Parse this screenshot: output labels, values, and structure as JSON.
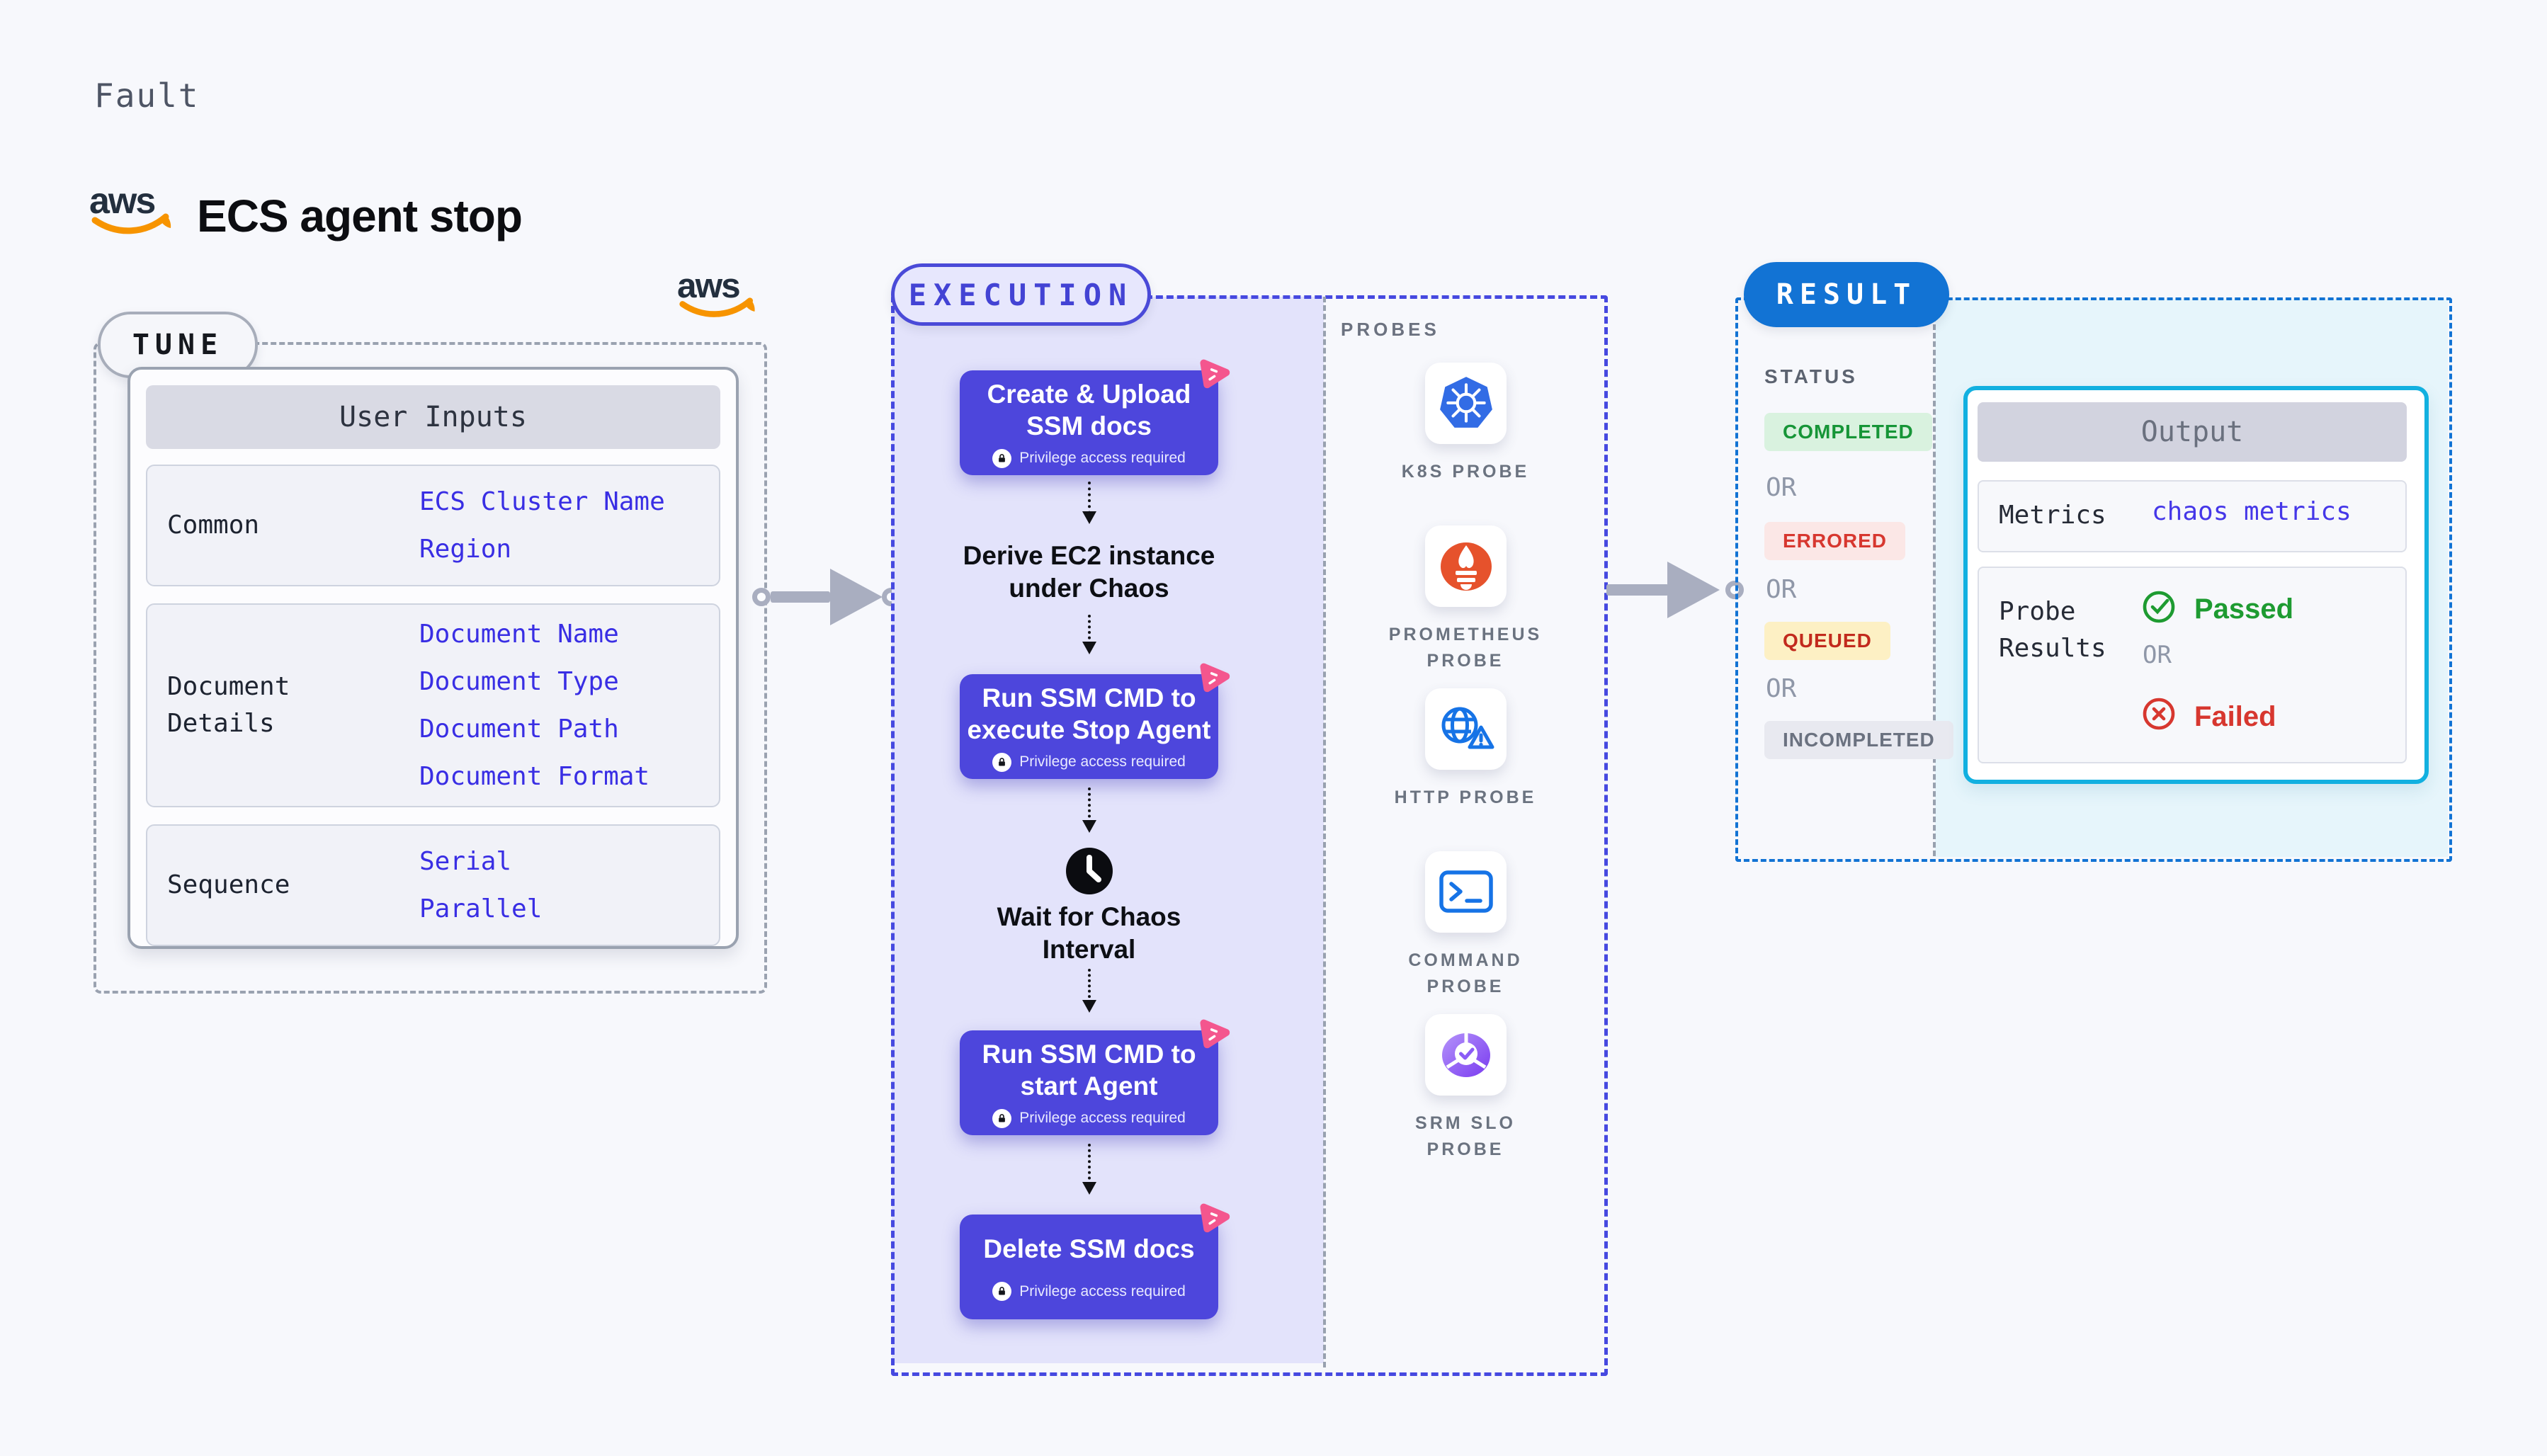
{
  "header": {
    "eyebrow": "Fault",
    "title": "ECS agent stop"
  },
  "aws": {
    "word": "aws"
  },
  "badges": {
    "tune": "TUNE",
    "execution": "EXECUTION",
    "result": "RESULT"
  },
  "tune": {
    "table_title": "User Inputs",
    "rows": [
      {
        "label": "Common",
        "label2": "",
        "links": [
          "ECS Cluster Name",
          "Region"
        ]
      },
      {
        "label": "Document",
        "label2": "Details",
        "links": [
          "Document Name",
          "Document Type",
          "Document Path",
          "Document Format"
        ]
      },
      {
        "label": "Sequence",
        "label2": "",
        "links": [
          "Serial",
          "Parallel"
        ]
      }
    ]
  },
  "execution": {
    "nodes": [
      {
        "line1": "Create & Upload",
        "line2": "SSM docs",
        "badge": "Privilege access required"
      },
      {
        "line1": "Derive EC2 instance",
        "line2": "under Chaos"
      },
      {
        "line1": "Run SSM CMD to",
        "line2": "execute Stop Agent",
        "badge": "Privilege access required"
      },
      {
        "line1": "Wait for Chaos",
        "line2": "Interval"
      },
      {
        "line1": "Run SSM CMD to",
        "line2": "start Agent",
        "badge": "Privilege access required"
      },
      {
        "line1": "Delete SSM docs",
        "line2": "",
        "badge": "Privilege access required"
      }
    ]
  },
  "probes": {
    "title": "PROBES",
    "items": [
      {
        "line1": "K8S PROBE",
        "line2": "",
        "icon": "kubernetes-icon"
      },
      {
        "line1": "PROMETHEUS",
        "line2": "PROBE",
        "icon": "prometheus-icon"
      },
      {
        "line1": "HTTP PROBE",
        "line2": "",
        "icon": "globe-alert-icon"
      },
      {
        "line1": "COMMAND",
        "line2": "PROBE",
        "icon": "terminal-icon"
      },
      {
        "line1": "SRM SLO",
        "line2": "PROBE",
        "icon": "slo-gauge-icon"
      }
    ]
  },
  "result": {
    "status_title": "STATUS",
    "or": "OR",
    "statuses": [
      {
        "label": "COMPLETED",
        "bg": "#d9f2df",
        "color": "#169537"
      },
      {
        "label": "ERRORED",
        "bg": "#fbe7e6",
        "color": "#d7372f"
      },
      {
        "label": "QUEUED",
        "bg": "#fdf0c4",
        "color": "#c22a1d"
      },
      {
        "label": "INCOMPLETED",
        "bg": "#e8e9f0",
        "color": "#6b7280"
      }
    ],
    "output": {
      "title": "Output",
      "metrics_label": "Metrics",
      "metrics_value": "chaos metrics",
      "probe_label1": "Probe",
      "probe_label2": "Results",
      "passed": "Passed",
      "failed": "Failed"
    }
  },
  "colors": {
    "accent_indigo": "#4649e0",
    "node_purple": "#4d46dc",
    "lavender_panel": "#e3e3fb",
    "result_blue": "#1273d4",
    "output_border_cyan": "#12b0e0",
    "cyan_panel": "#e6f5fb",
    "link_blue": "#392ee4",
    "chaos_pink": "#f4568e",
    "aws_orange": "#f79400",
    "k8s_blue": "#326ce5",
    "prometheus_orange": "#e6522c",
    "probe_icon_blue": "#1673e6"
  }
}
